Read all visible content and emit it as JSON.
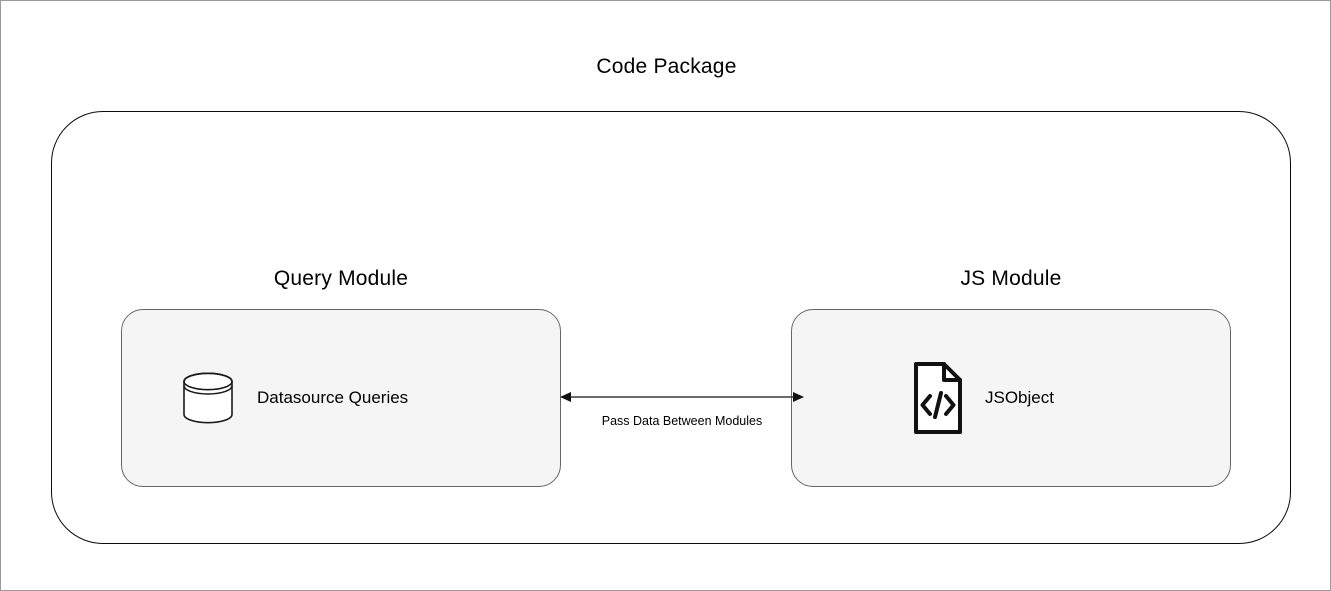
{
  "diagram": {
    "title": "Code Package",
    "modules": [
      {
        "title": "Query Module",
        "node_label": "Datasource Queries",
        "node_icon": "database-cylinder-icon"
      },
      {
        "title": "JS Module",
        "node_label": "JSObject",
        "node_icon": "code-file-icon"
      }
    ],
    "connector": {
      "label": "Pass Data Between Modules",
      "icon": "double-headed-arrow-icon"
    },
    "colors": {
      "background": "#ffffff",
      "outer_border": "#0b0b0b",
      "module_fill": "#f5f5f5",
      "module_border": "#666666",
      "text": "#000000",
      "connector_line": "#3b3b3b"
    }
  }
}
